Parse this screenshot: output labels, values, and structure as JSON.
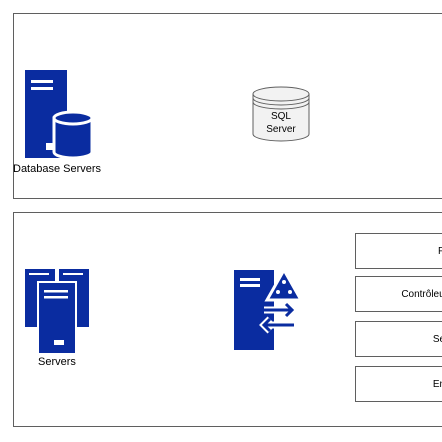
{
  "zones": {
    "database": {
      "label": "Database Servers",
      "sql_node": {
        "line1": "SQL",
        "line2": "Server"
      }
    },
    "servers": {
      "label": "Servers",
      "list_items": [
        "F",
        "Contrôleu",
        "Se",
        "En"
      ]
    }
  },
  "colors": {
    "server_blue": "#0a2ca0",
    "border": "#5f5f5f",
    "cylinder_fill": "#f2f2f2"
  },
  "icons": {
    "database_servers": "database-server-icon",
    "servers": "server-group-icon",
    "sql": "database-cylinder-icon",
    "domain_controller": "domain-controller-icon"
  }
}
